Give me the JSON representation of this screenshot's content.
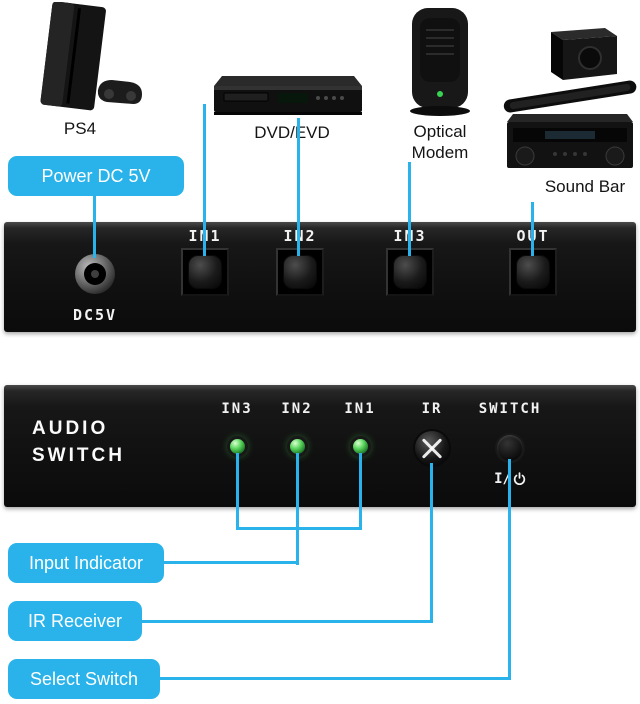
{
  "devices": {
    "ps4_label": "PS4",
    "dvd_label": "DVD/EVD",
    "modem_label": "Optical Modem",
    "soundbar_label": "Sound Bar"
  },
  "callouts": {
    "power": "Power DC 5V",
    "input_indicator": "Input Indicator",
    "ir_receiver": "IR Receiver",
    "select_switch": "Select Switch"
  },
  "rear_panel": {
    "dc_jack_label": "DC5V",
    "ports": [
      {
        "label": "IN1"
      },
      {
        "label": "IN2"
      },
      {
        "label": "IN3"
      },
      {
        "label": "OUT"
      }
    ]
  },
  "front_panel": {
    "brand_line1": "AUDIO",
    "brand_line2": "SWITCH",
    "leds": [
      {
        "label": "IN3"
      },
      {
        "label": "IN2"
      },
      {
        "label": "IN1"
      }
    ],
    "ir_label": "IR",
    "switch_label": "SWITCH",
    "power_label": "I/"
  },
  "colors": {
    "accent": "#29b3ea",
    "panel_dark": "#101010",
    "led_green": "#46c24f"
  }
}
